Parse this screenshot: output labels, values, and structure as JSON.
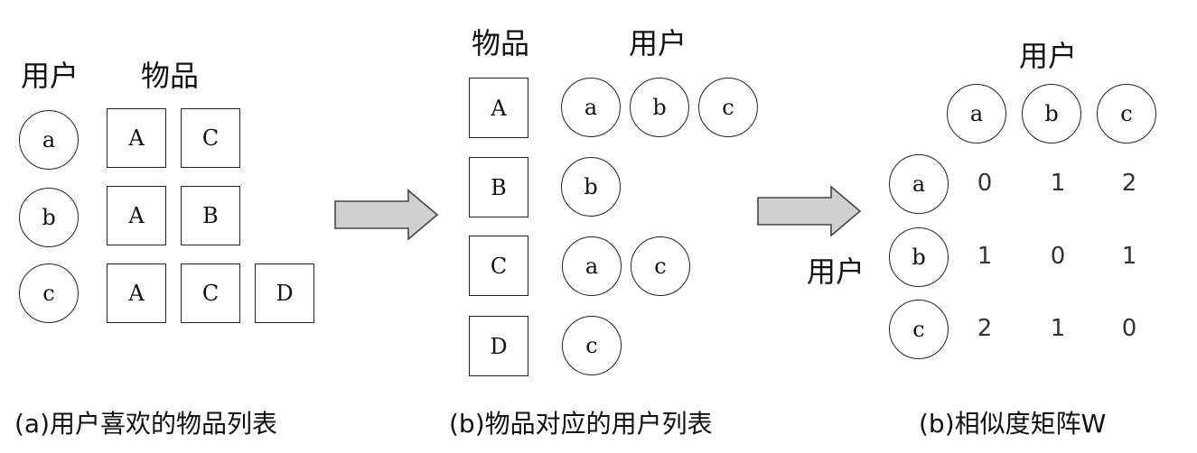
{
  "panel_a": {
    "user_header": "用户",
    "item_header": "物品",
    "rows": [
      {
        "user": "a",
        "items": [
          "A",
          "C"
        ]
      },
      {
        "user": "b",
        "items": [
          "A",
          "B"
        ]
      },
      {
        "user": "c",
        "items": [
          "A",
          "C",
          "D"
        ]
      }
    ],
    "caption": "(a)用户喜欢的物品列表"
  },
  "panel_b": {
    "item_header": "物品",
    "user_header": "用户",
    "rows": [
      {
        "item": "A",
        "users": [
          "a",
          "b",
          "c"
        ]
      },
      {
        "item": "B",
        "users": [
          "b"
        ]
      },
      {
        "item": "C",
        "users": [
          "a",
          "c"
        ]
      },
      {
        "item": "D",
        "users": [
          "c"
        ]
      }
    ],
    "caption": "(b)物品对应的用户列表"
  },
  "panel_c": {
    "col_header": "用户",
    "row_header": "用户",
    "col_users": [
      "a",
      "b",
      "c"
    ],
    "row_users": [
      "a",
      "b",
      "c"
    ],
    "matrix": [
      [
        "0",
        "1",
        "2"
      ],
      [
        "1",
        "0",
        "1"
      ],
      [
        "2",
        "1",
        "0"
      ]
    ],
    "caption": "(b)相似度矩阵W"
  },
  "colors": {
    "arrow_fill": "#d0d0d0",
    "arrow_stroke": "#444444",
    "stroke": "#222222"
  }
}
